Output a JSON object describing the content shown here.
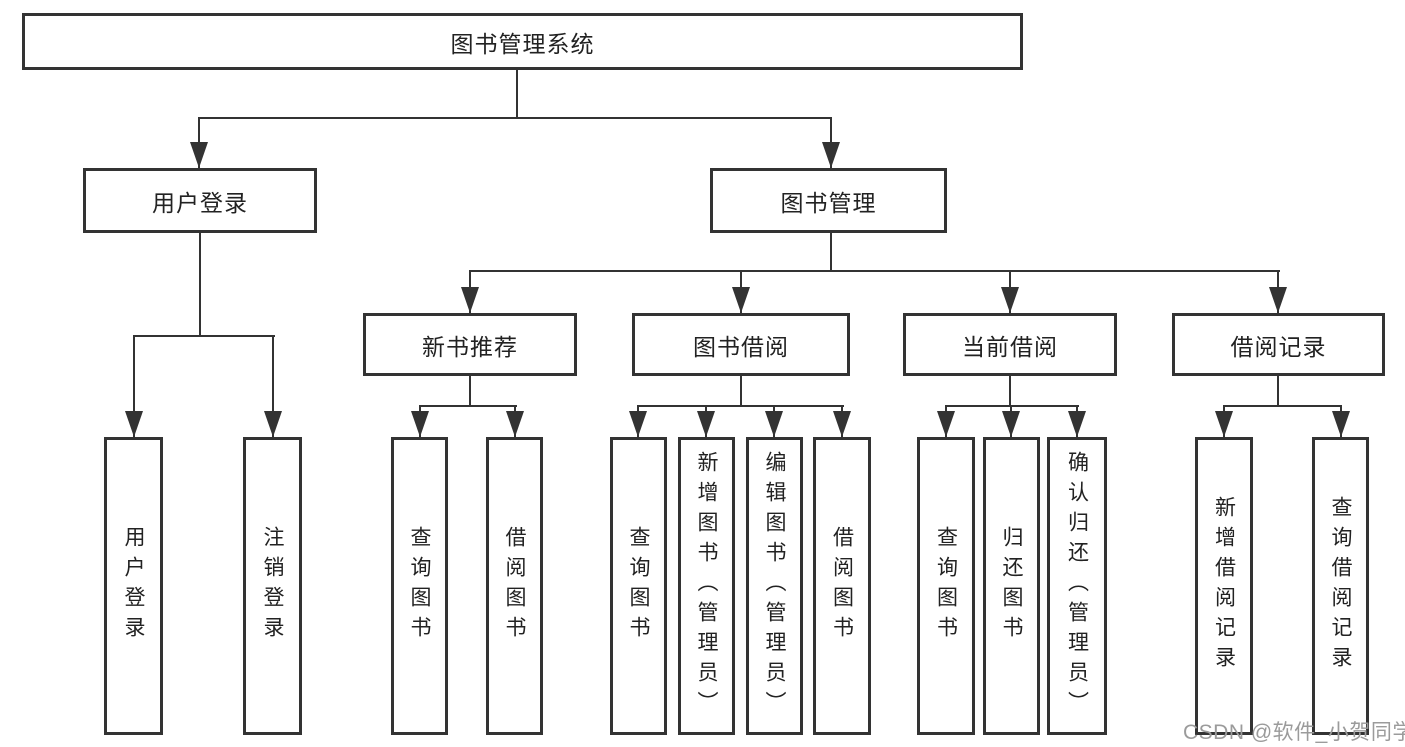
{
  "diagram_title": "图书管理系统",
  "nodes": {
    "root": "图书管理系统",
    "user_login": "用户登录",
    "book_mgmt": "图书管理",
    "new_book_rec": "新书推荐",
    "book_borrow": "图书借阅",
    "current_borrow": "当前借阅",
    "borrow_record": "借阅记录",
    "leaf_user_login": "用户登录",
    "leaf_logout": "注销登录",
    "leaf_query_book_1": "查询图书",
    "leaf_borrow_book_1": "借阅图书",
    "leaf_query_book_2": "查询图书",
    "leaf_add_book": "新增图书（管理员）",
    "leaf_edit_book": "编辑图书（管理员）",
    "leaf_borrow_book_2": "借阅图书",
    "leaf_query_book_3": "查询图书",
    "leaf_return_book": "归还图书",
    "leaf_confirm_return": "确认归还（管理员）",
    "leaf_add_record": "新增借阅记录",
    "leaf_query_record": "查询借阅记录"
  },
  "watermark": "CSDN @软件_小贺同学",
  "colors": {
    "line": "#333333",
    "text": "#222222",
    "watermark": "#9b9b9b",
    "background": "#ffffff"
  }
}
